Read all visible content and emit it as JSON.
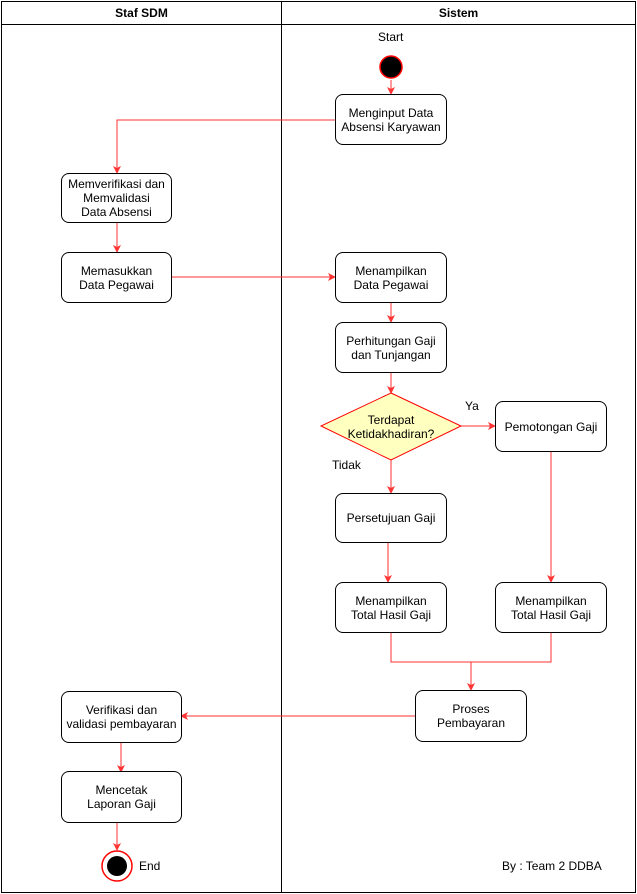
{
  "lanes": {
    "left": "Staf SDM",
    "right": "Sistem"
  },
  "labels": {
    "start": "Start",
    "end": "End",
    "yes": "Ya",
    "no": "Tidak",
    "credit": "By : Team 2 DDBA"
  },
  "nodes": {
    "input_attendance": "Menginput Data\nAbsensi Karyawan",
    "verify_attendance": "Memverifikasi dan\nMemvalidasi\nData Absensi",
    "enter_employee": "Memasukkan\nData Pegawai",
    "show_employee": "Menampilkan\nData Pegawai",
    "calc_salary": "Perhitungan Gaji\ndan Tunjangan",
    "decision": "Terdapat\nKetidakhadiran?",
    "salary_cut": "Pemotongan Gaji",
    "salary_approval": "Persetujuan Gaji",
    "total_left": "Menampilkan\nTotal Hasil Gaji",
    "total_right": "Menampilkan\nTotal Hasil Gaji",
    "payment_process": "Proses\nPembayaran",
    "verify_payment": "Verifikasi dan\nvalidasi pembayaran",
    "print_report": "Mencetak\nLaporan Gaji"
  },
  "colors": {
    "line": "#000000",
    "arrow": "#ff3333",
    "decision_fill": "#ffffc0",
    "decision_stroke": "#ff0000",
    "start_fill": "#000000",
    "start_stroke": "#ff0000"
  }
}
